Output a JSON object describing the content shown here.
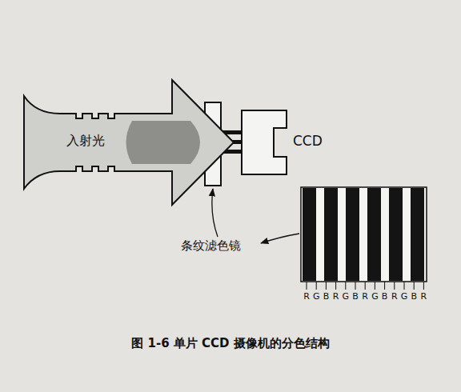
{
  "diagram": {
    "caption": "图 1-6 单片 CCD 摄像机的分色结构",
    "nodes": [
      {
        "text": [
          "入射光"
        ]
      },
      {
        "text": [
          "CCD"
        ]
      }
    ],
    "labels": [
      "条纹滤色镜",
      "R",
      "G",
      "B",
      "R",
      "G",
      "B",
      "R",
      "G",
      "B",
      "R",
      "G",
      "B",
      "R"
    ]
  }
}
